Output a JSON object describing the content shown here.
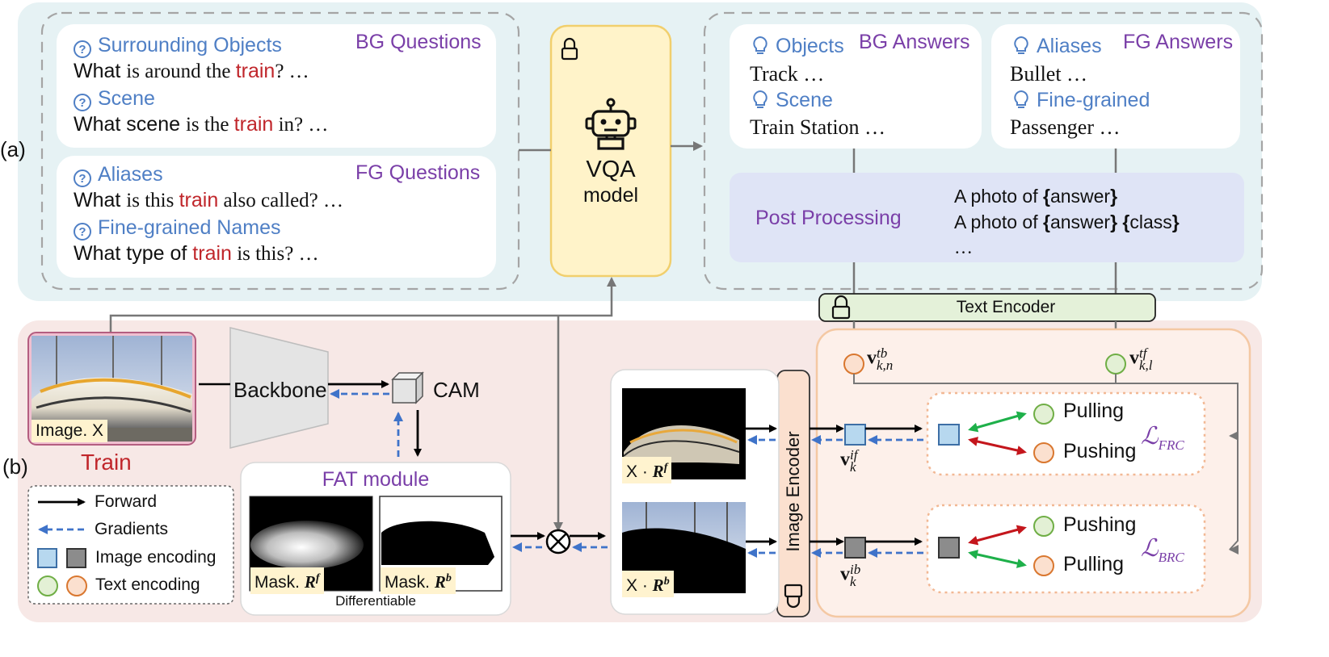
{
  "panel_a": {
    "label": "(a)",
    "bg_questions": {
      "title": "BG Questions",
      "items": [
        {
          "name": "Surrounding Objects",
          "pre": "What ",
          "pre2": "is around the ",
          "cls": "train",
          "post": "? …"
        },
        {
          "name": "Scene",
          "pre": "What scene ",
          "pre2": "is the ",
          "cls": "train",
          "post": " in? …"
        }
      ]
    },
    "fg_questions": {
      "title": "FG Questions",
      "items": [
        {
          "name": "Aliases",
          "pre": "What ",
          "pre2": "is this ",
          "cls": "train",
          "post": " also called? …"
        },
        {
          "name": "Fine-grained Names",
          "pre": "What type of ",
          "pre2": "",
          "cls": "train",
          "post": " is this? …"
        }
      ]
    },
    "vqa": {
      "line1": "VQA",
      "line2": "model"
    },
    "bg_answers": {
      "title": "BG Answers",
      "items": [
        {
          "name": "Objects",
          "value": "Track …"
        },
        {
          "name": "Scene",
          "value": "Train Station …"
        }
      ]
    },
    "fg_answers": {
      "title": "FG Answers",
      "items": [
        {
          "name": "Aliases",
          "value": "Bullet …"
        },
        {
          "name": "Fine-grained",
          "value": "Passenger …"
        }
      ]
    },
    "post_processing": {
      "title": "Post Processing",
      "template_prefix": "A photo of ",
      "answer_token": "answer",
      "class_token": "class",
      "ellipsis": "…"
    },
    "text_encoder": "Text Encoder"
  },
  "panel_b": {
    "label": "(b)",
    "image_label": "Image. X",
    "class_name": "Train",
    "backbone": "Backbone",
    "cam": "CAM",
    "fat_module": "FAT module",
    "mask_prefix": "Mask. ",
    "mask_f": "R",
    "mask_f_sup": "f",
    "mask_b": "R",
    "mask_b_sup": "b",
    "differentiable": "Differentiable",
    "x_dot": "X · ",
    "image_encoder": "Image Encoder",
    "v_tb": {
      "base": "v",
      "sup": "tb",
      "sub": "k,n"
    },
    "v_tf": {
      "base": "v",
      "sup": "tf",
      "sub": "k,l"
    },
    "v_if": {
      "base": "v",
      "sup": "if",
      "sub": "k"
    },
    "v_ib": {
      "base": "v",
      "sup": "ib",
      "sub": "k"
    },
    "frc": {
      "top": "Pulling",
      "bottom": "Pushing",
      "loss": "ℒ",
      "loss_sub": "FRC"
    },
    "brc": {
      "top": "Pushing",
      "bottom": "Pulling",
      "loss": "ℒ",
      "loss_sub": "BRC"
    },
    "legend": {
      "forward": "Forward",
      "gradients": "Gradients",
      "image_encoding": "Image encoding",
      "text_encoding": "Text encoding"
    }
  },
  "colors": {
    "panel_a_bg": "#e6f2f4",
    "panel_b_bg": "#f7e8e6",
    "vqa_fill": "#fff3c9",
    "vqa_stroke": "#f1cf6d",
    "post_fill": "#dfe4f6",
    "text_encoder_fill": "#e4f1d9",
    "blue_text": "#4f7fc5",
    "purple_text": "#7a3fa8",
    "red_text": "#c0262b",
    "green_arrow": "#1eb04a",
    "red_arrow": "#c4161c",
    "gradient_arrow": "#3f73c9",
    "fg_square": "#b7d8ef",
    "bg_square": "#8c8c8c",
    "fg_text_circle": "#e3f0d5",
    "bg_text_circle": "#fbe0cf"
  }
}
